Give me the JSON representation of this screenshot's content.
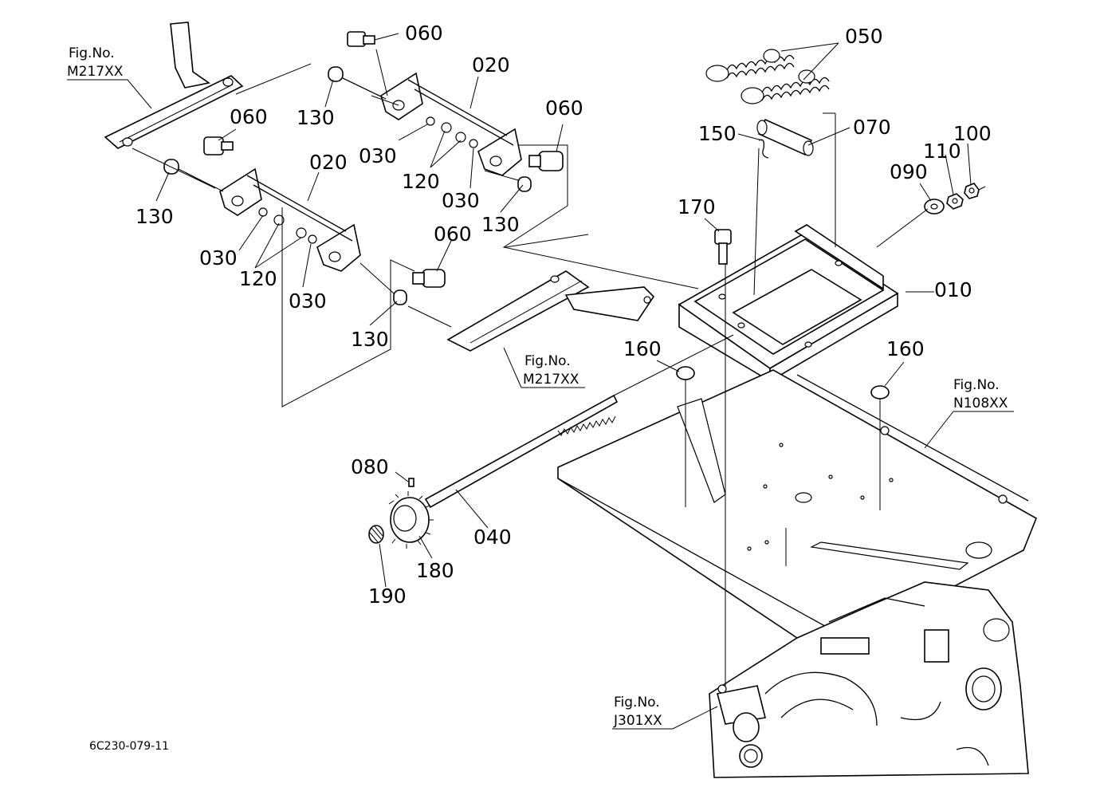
{
  "part_labels": {
    "p010": "010",
    "p020a": "020",
    "p020b": "020",
    "p030a": "030",
    "p030b": "030",
    "p030c": "030",
    "p030d": "030",
    "p040": "040",
    "p050": "050",
    "p060a": "060",
    "p060b": "060",
    "p060c": "060",
    "p060d": "060",
    "p070": "070",
    "p080": "080",
    "p090": "090",
    "p100": "100",
    "p110": "110",
    "p120a": "120",
    "p120b": "120",
    "p130a": "130",
    "p130b": "130",
    "p130c": "130",
    "p130d": "130",
    "p150": "150",
    "p160a": "160",
    "p160b": "160",
    "p170": "170",
    "p180": "180",
    "p190": "190"
  },
  "figure_refs": {
    "ref1": {
      "line1": "Fig.No.",
      "line2": "M217XX"
    },
    "ref2": {
      "line1": "Fig.No.",
      "line2": "M217XX"
    },
    "ref3": {
      "line1": "Fig.No.",
      "line2": "N108XX"
    },
    "ref4": {
      "line1": "Fig.No.",
      "line2": "J301XX"
    }
  },
  "drawing_code": "6C230-079-11"
}
